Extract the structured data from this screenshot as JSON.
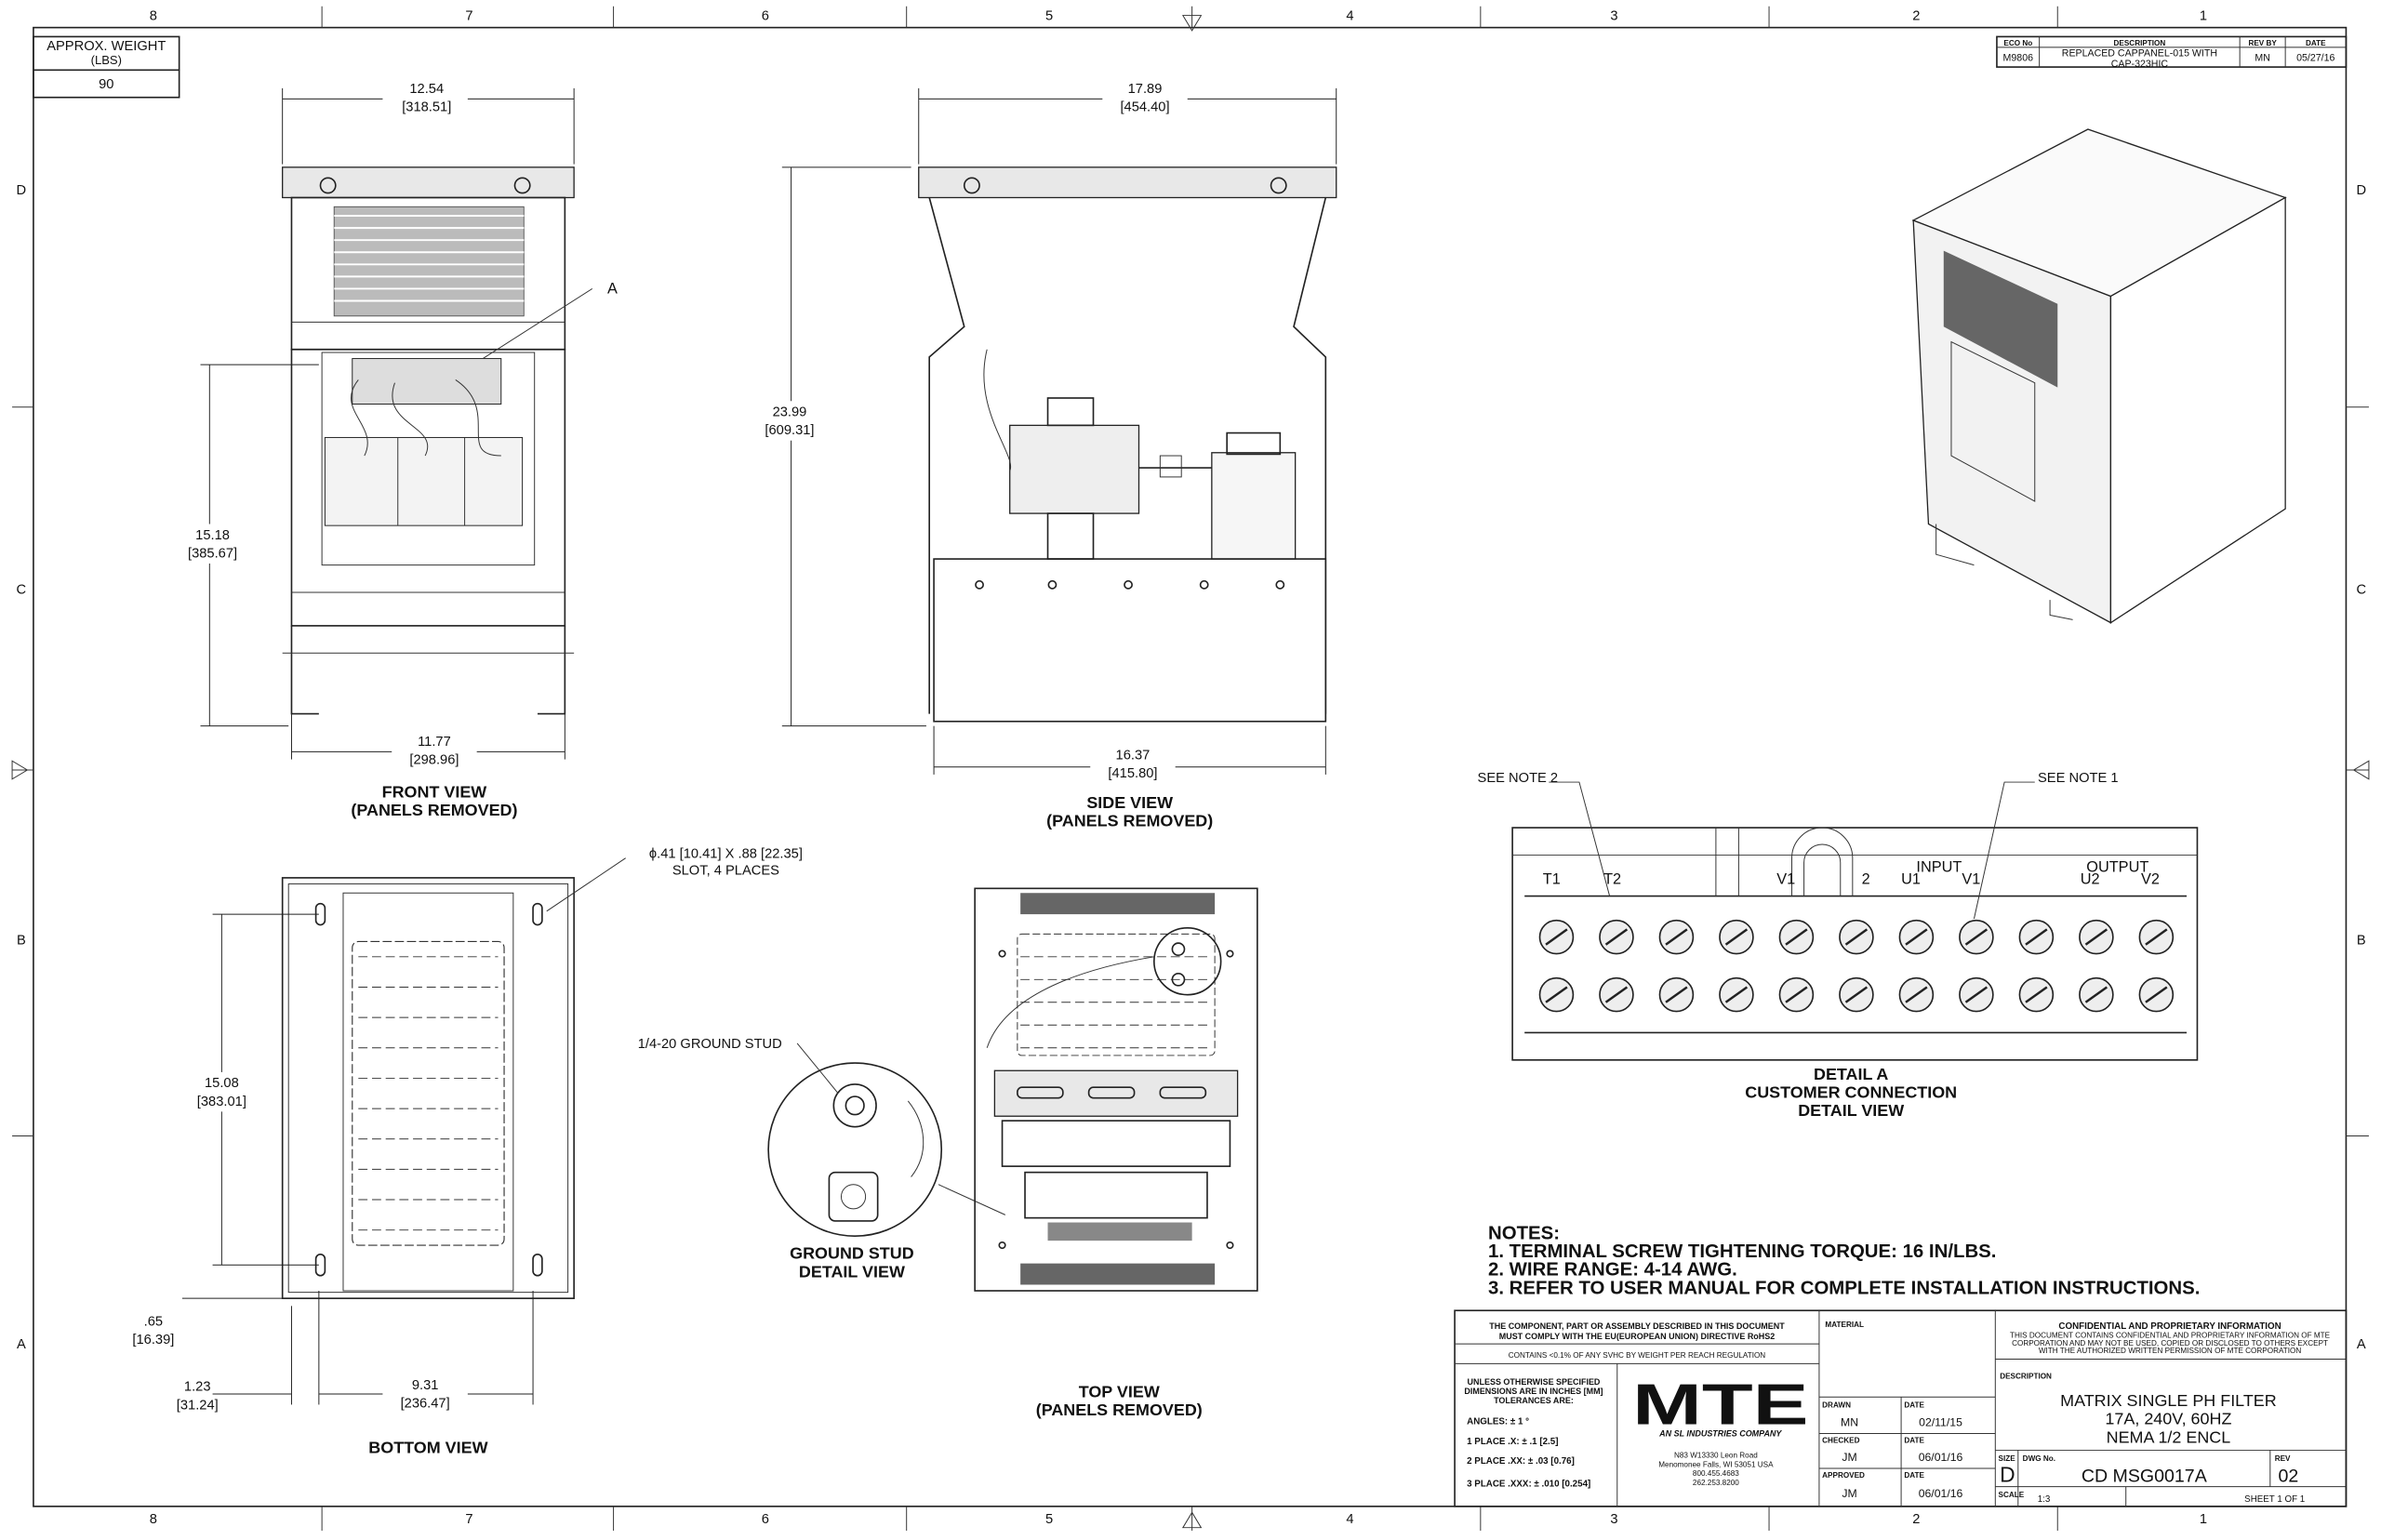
{
  "frame": {
    "columns": [
      "8",
      "7",
      "6",
      "5",
      "4",
      "3",
      "2",
      "1"
    ],
    "rows": [
      "D",
      "C",
      "B",
      "A"
    ]
  },
  "weight_box": {
    "label": "APPROX. WEIGHT",
    "unit": "(LBS)",
    "value": "90"
  },
  "revision_block": {
    "headers": [
      "ECO No",
      "DESCRIPTION",
      "REV BY",
      "DATE"
    ],
    "row": {
      "eco": "M9806",
      "description_1": "REPLACED CAPPANEL-015 WITH",
      "description_2": "CAP-323HIC",
      "rev_by": "MN",
      "date": "05/27/16"
    }
  },
  "views": {
    "front": {
      "title": "FRONT VIEW",
      "subtitle": "(PANELS REMOVED)",
      "width_top": "12.54",
      "width_top_mm": "[318.51]",
      "height": "15.18",
      "height_mm": "[385.67]",
      "width_bottom": "11.77",
      "width_bottom_mm": "[298.96]",
      "callout": "A"
    },
    "side": {
      "title": "SIDE VIEW",
      "subtitle": "(PANELS REMOVED)",
      "width_top": "17.89",
      "width_top_mm": "[454.40]",
      "height": "23.99",
      "height_mm": "[609.31]",
      "width_bottom": "16.37",
      "width_bottom_mm": "[415.80]"
    },
    "bottom": {
      "title": "BOTTOM VIEW",
      "slot_1": "ϕ.41 [10.41] X .88 [22.35]",
      "slot_2": "SLOT, 4 PLACES",
      "height": "15.08",
      "height_mm": "[383.01]",
      "offset": ".65",
      "offset_mm": "[16.39]",
      "edge": "1.23",
      "edge_mm": "[31.24]",
      "width": "9.31",
      "width_mm": "[236.47]"
    },
    "top": {
      "title": "TOP VIEW",
      "subtitle": "(PANELS REMOVED)"
    },
    "ground_stud": {
      "callout": "1/4-20 GROUND STUD",
      "title": "GROUND STUD",
      "subtitle": "DETAIL VIEW"
    },
    "detail_a": {
      "title": "DETAIL A",
      "subtitle": "CUSTOMER CONNECTION",
      "subtitle2": "DETAIL VIEW",
      "note2": "SEE NOTE 2",
      "note1": "SEE NOTE 1",
      "terminals": [
        "T1",
        "T2",
        "V1",
        "2",
        "U1",
        "V1",
        "U2",
        "V2"
      ],
      "input_label": "INPUT",
      "output_label": "OUTPUT"
    }
  },
  "notes": {
    "heading": "NOTES:",
    "items": [
      "1.  TERMINAL SCREW TIGHTENING TORQUE: 16 IN/LBS.",
      "2.  WIRE RANGE: 4-14 AWG.",
      "3.  REFER TO USER MANUAL FOR COMPLETE INSTALLATION INSTRUCTIONS."
    ]
  },
  "title_block": {
    "rohs_1": "THE COMPONENT, PART OR ASSEMBLY DESCRIBED IN THIS DOCUMENT",
    "rohs_2": "MUST COMPLY WITH THE EU(EUROPEAN UNION) DIRECTIVE RoHS2",
    "reach": "CONTAINS <0.1% OF ANY SVHC BY WEIGHT PER REACH REGULATION",
    "tol_1": "UNLESS OTHERWISE SPECIFIED",
    "tol_2": "DIMENSIONS ARE IN INCHES [MM]",
    "tol_3": "TOLERANCES ARE:",
    "angles": "ANGLES: ± 1 °",
    "place1": "1 PLACE .X: ± .1 [2.5]",
    "place2": "2 PLACE .XX: ± .03 [0.76]",
    "place3": "3 PLACE .XXX: ± .010 [0.254]",
    "logo": "MTE",
    "logo_tag": "AN SL INDUSTRIES COMPANY",
    "addr_1": "N83 W13330 Leon Road",
    "addr_2": "Menomonee Falls, WI 53051 USA",
    "phone_1": "800.455.4683",
    "phone_2": "262.253.8200",
    "material_label": "MATERIAL",
    "drawn_label": "DRAWN",
    "drawn": "MN",
    "drawn_date": "02/11/15",
    "checked_label": "CHECKED",
    "checked": "JM",
    "checked_date": "06/01/16",
    "approved_label": "APPROVED",
    "approved": "JM",
    "approved_date": "06/01/16",
    "date_label": "DATE",
    "conf_title": "CONFIDENTIAL AND PROPRIETARY INFORMATION",
    "conf_1": "THIS DOCUMENT CONTAINS CONFIDENTIAL AND PROPRIETARY INFORMATION OF MTE",
    "conf_2": "CORPORATION AND MAY NOT BE USED, COPIED OR DISCLOSED TO OTHERS EXCEPT",
    "conf_3": "WITH THE AUTHORIZED WRITTEN PERMISSION OF MTE CORPORATION",
    "description_label": "DESCRIPTION",
    "desc_1": "MATRIX SINGLE PH FILTER",
    "desc_2": "17A, 240V, 60HZ",
    "desc_3": "NEMA 1/2 ENCL",
    "size_label": "SIZE",
    "size": "D",
    "dwg_label": "DWG No.",
    "dwg": "CD MSG0017A",
    "rev_label": "REV",
    "rev": "02",
    "scale_label": "SCALE",
    "scale": "1:3",
    "sheet": "SHEET 1  OF 1"
  }
}
